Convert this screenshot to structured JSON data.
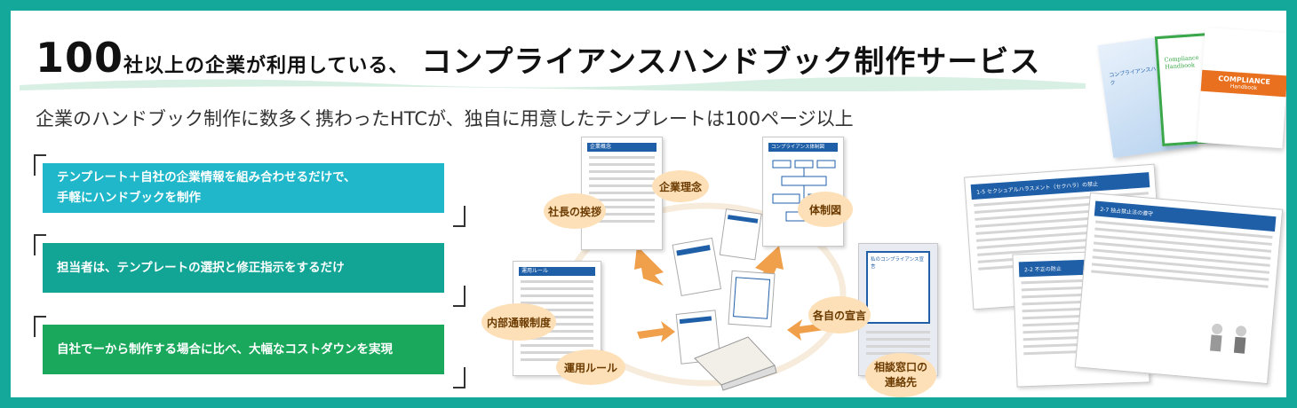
{
  "headline": {
    "number": "100",
    "middle": "社以上の企業が利用している、",
    "service": "コンプライアンスハンドブック制作サービス"
  },
  "subtitle": "企業のハンドブック制作に数多く携わったHTCが、独自に用意したテンプレートは100ページ以上",
  "features": [
    {
      "line1": "テンプレート＋自社の企業情報を組み合わせるだけで、",
      "line2": "手軽にハンドブックを制作",
      "color": "#1fb7c9"
    },
    {
      "line1": "担当者は、テンプレートの選択と修正指示をするだけ",
      "line2": "",
      "color": "#12a596"
    },
    {
      "line1": "自社でーから制作する場合に比べ、大幅なコストダウンを実現",
      "line2": "",
      "color": "#1aa85c"
    }
  ],
  "bubbles": {
    "president": "社長の挨拶",
    "philosophy": "企業理念",
    "structure": "体制図",
    "whistle": "内部通報制度",
    "rules": "運用ルール",
    "declaration": "各自の宣言",
    "contact_line1": "相談窓口の",
    "contact_line2": "連絡先"
  },
  "docs": {
    "company_overview": "企業概念",
    "compliance_system": "コンプライアンス体制図",
    "operation_rules": "運用ルール",
    "my_compliance": "私のコンプライアンス宣言"
  },
  "spread": {
    "left_section_no": "1-5",
    "left_title": "セクシュアルハラスメント（セクハラ）の禁止",
    "mid_section_no": "2-2",
    "mid_title": "不正の防止",
    "right_section_no": "2-7",
    "right_title": "独占禁止法の遵守"
  },
  "books": {
    "blue_title": "コンプライアンスハンドブック",
    "green_title": "Compliance Handbook",
    "orange_title": "COMPLIANCE",
    "orange_sub": "Handbook"
  },
  "colors": {
    "frame": "#14a89a",
    "arrow": "#f0a04a",
    "bubble": "#fde0b7",
    "doc_blue": "#1f5fa8"
  }
}
